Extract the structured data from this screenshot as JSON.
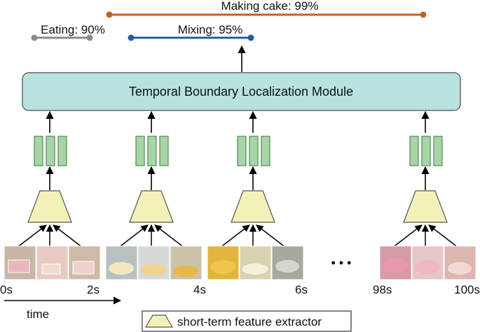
{
  "segments": {
    "making_cake": {
      "label": "Making cake: 99%",
      "color": "#c0602a"
    },
    "eating": {
      "label": "Eating: 90%",
      "color": "#8a8a8a"
    },
    "mixing": {
      "label": "Mixing: 95%",
      "color": "#1f5fa0"
    }
  },
  "module": {
    "label": "Temporal Boundary Localization Module",
    "fill": "#b7e2df"
  },
  "times": [
    "0s",
    "2s",
    "4s",
    "6s",
    "98s",
    "100s"
  ],
  "ellipsis": "• • •",
  "axis": {
    "label": "time"
  },
  "legend": {
    "label": "short-term feature extractor"
  },
  "colors": {
    "feature": "#a8d5a8",
    "feature_stroke": "#4f8a4f",
    "extractor": "#f2f2b8",
    "extractor_stroke": "#555555"
  },
  "frames": [
    {
      "name": "frames-cake-slice",
      "tints": [
        "#c9b6a4",
        "#e9c9c4",
        "#cdbba7"
      ]
    },
    {
      "name": "frames-whisking",
      "tints": [
        "#b9c0c2",
        "#d6d9d6",
        "#cbc3a8"
      ]
    },
    {
      "name": "frames-batter",
      "tints": [
        "#e0b640",
        "#d8d2b0",
        "#a9a8a0"
      ]
    },
    {
      "name": "frames-pink-cake",
      "tints": [
        "#d79aa8",
        "#e6c6c8",
        "#dcb7b0"
      ]
    }
  ]
}
